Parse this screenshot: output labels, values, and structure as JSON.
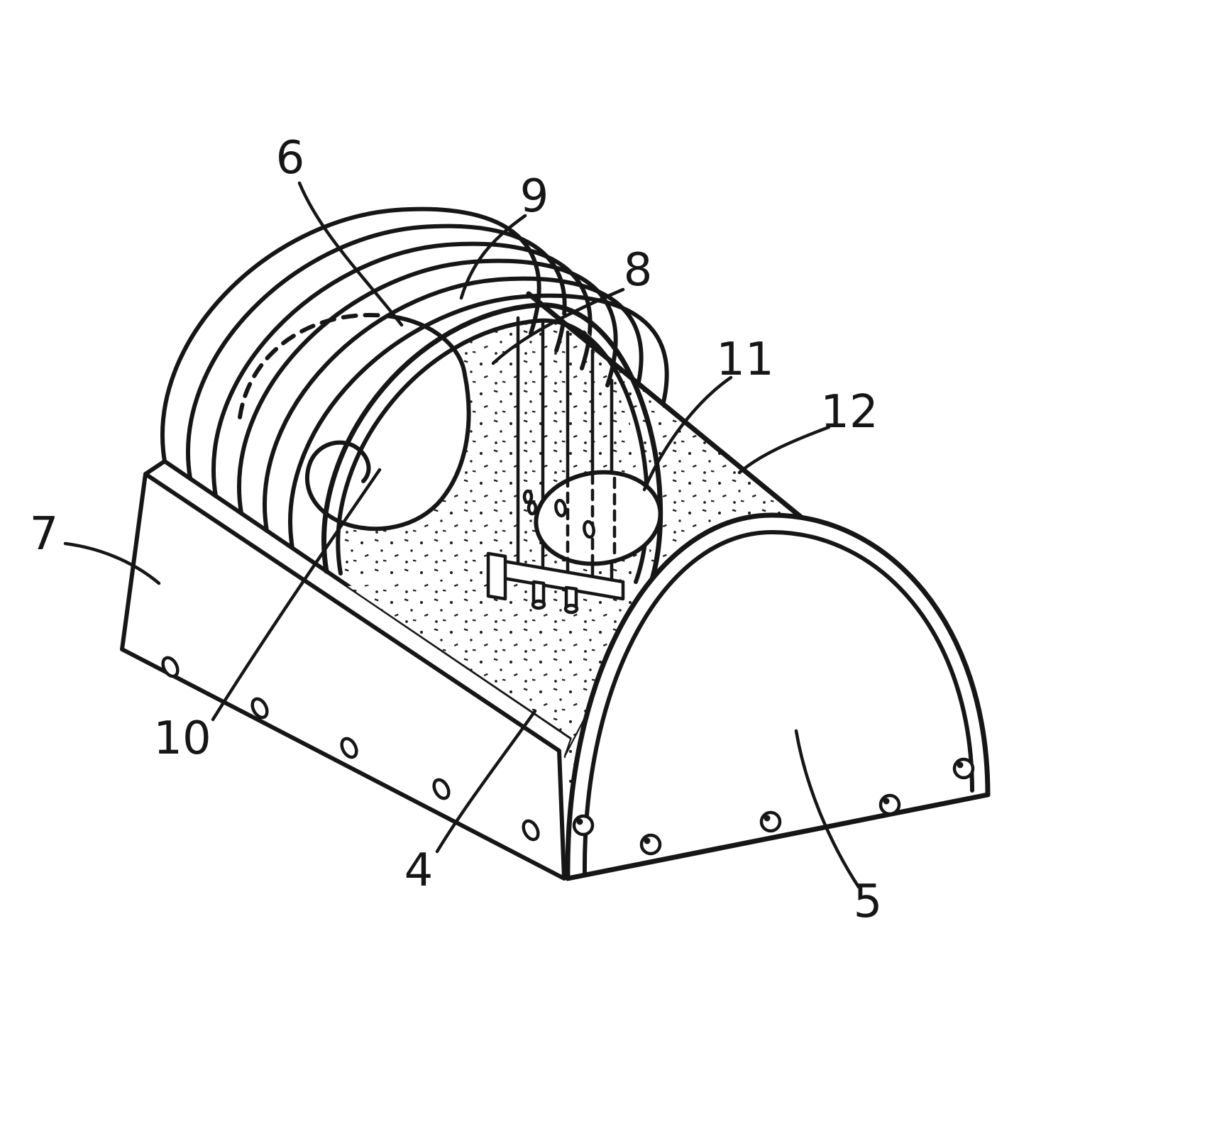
{
  "figure": {
    "kind": "patent-line-drawing",
    "description": "Perspective line drawing of an arched tunnel-shaped enclosure with ribbed rear canopy, stippled interior surfaces, curled inner partition, barred gate detail circle and a semicircular riveted end wall",
    "ink_color": "#161616",
    "paper_color": "#ffffff"
  },
  "labels": {
    "n4": {
      "text": "4"
    },
    "n5": {
      "text": "5"
    },
    "n6": {
      "text": "6"
    },
    "n7": {
      "text": "7"
    },
    "n8": {
      "text": "8"
    },
    "n9": {
      "text": "9"
    },
    "n10": {
      "text": "10"
    },
    "n11": {
      "text": "11"
    },
    "n12": {
      "text": "12"
    }
  }
}
